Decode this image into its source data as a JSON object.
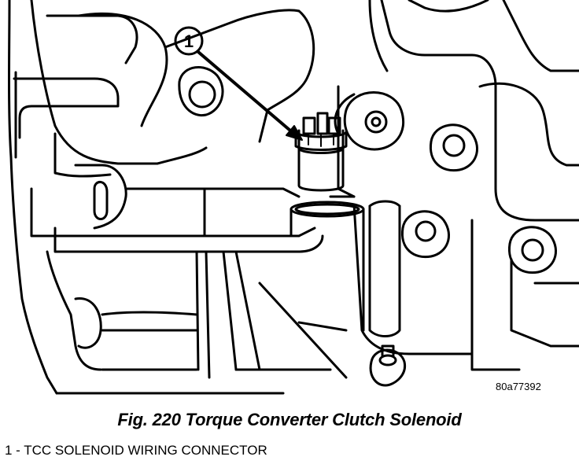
{
  "figure": {
    "callout_number": "1",
    "figure_id": "80a77392",
    "caption": "Fig. 220 Torque Converter Clutch Solenoid"
  },
  "legend": {
    "items": [
      {
        "text": "1 - TCC SOLENOID WIRING CONNECTOR"
      }
    ]
  },
  "colors": {
    "line": "#000000",
    "background": "#ffffff"
  }
}
